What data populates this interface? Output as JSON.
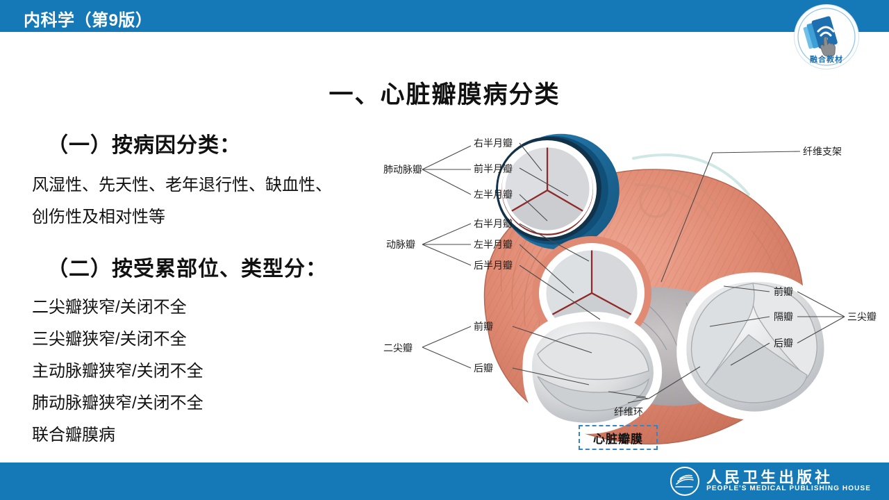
{
  "header": {
    "book_title": "内科学（第9版）",
    "badge_label": "融合教材",
    "badge_icon": "tablet-wifi-hand-icon",
    "bar_color": "#1579b8"
  },
  "slide": {
    "title": "一、心脏瓣膜病分类"
  },
  "content": {
    "section_one": {
      "heading": "（一）按病因分类：",
      "paragraph_line1": "风湿性、先天性、老年退行性、缺血性、",
      "paragraph_line2": "创伤性及相对性等"
    },
    "section_two": {
      "heading": "（二）按受累部位、类型分：",
      "items": [
        "二尖瓣狭窄/关闭不全",
        "三尖瓣狭窄/关闭不全",
        "主动脉瓣狭窄/关闭不全",
        "肺动脉瓣狭窄/关闭不全",
        "联合瓣膜病"
      ]
    }
  },
  "figure": {
    "caption": "心脏瓣膜",
    "colors": {
      "myocardium": "#e08a73",
      "myocardium_dark": "#c46a55",
      "valve_leaflet": "#d2d4d6",
      "annulus_white": "#ffffff",
      "pulmonary_ring": "#1a72a8",
      "commissure_red": "#8f2a2a",
      "watermark": "#a9d6d0",
      "leader_line": "#4a4a4a"
    },
    "labels_left": [
      {
        "group": "肺动脉瓣",
        "branches": [
          "右半月瓣",
          "前半月瓣",
          "左半月瓣"
        ]
      },
      {
        "group": "动脉瓣",
        "branches": [
          "右半月瓣",
          "左半月瓣",
          "后半月瓣"
        ]
      },
      {
        "group": "二尖瓣",
        "branches": [
          "前瓣",
          "后瓣"
        ]
      }
    ],
    "labels_right": [
      {
        "group": "三尖瓣",
        "branches": [
          "前瓣",
          "隔瓣",
          "后瓣"
        ]
      }
    ],
    "labels_single": [
      {
        "text": "纤维支架",
        "position": "top-right"
      },
      {
        "text": "纤维环",
        "position": "bottom-center"
      }
    ]
  },
  "footer": {
    "publisher_cn": "人民卫生出版社",
    "publisher_en": "PEOPLE'S MEDICAL PUBLISHING HOUSE",
    "logo_icon": "publisher-wave-icon",
    "bar_color": "#1579b8"
  }
}
